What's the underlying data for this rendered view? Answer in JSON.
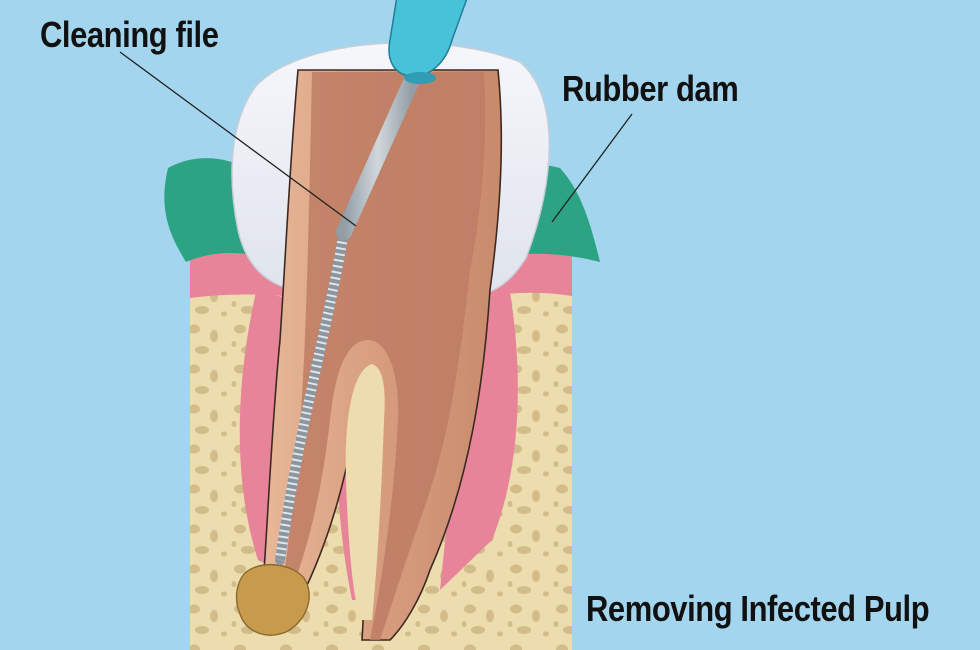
{
  "labels": {
    "cleaning_file": "Cleaning file",
    "rubber_dam": "Rubber dam",
    "caption": "Removing Infected Pulp"
  },
  "colors": {
    "background": "#a3d6ee",
    "bone": "#ecdcae",
    "bone_pores": "#d2bc8a",
    "gum": "#e8849a",
    "rubber_dam": "#2ca484",
    "tooth_cap": "#eceff5",
    "dentin": "#d49c80",
    "pulp": "#bd7c64",
    "file_handle": "#47c2d8",
    "file_shaft": "#cfd6dc",
    "infection": "#c89a4c"
  }
}
